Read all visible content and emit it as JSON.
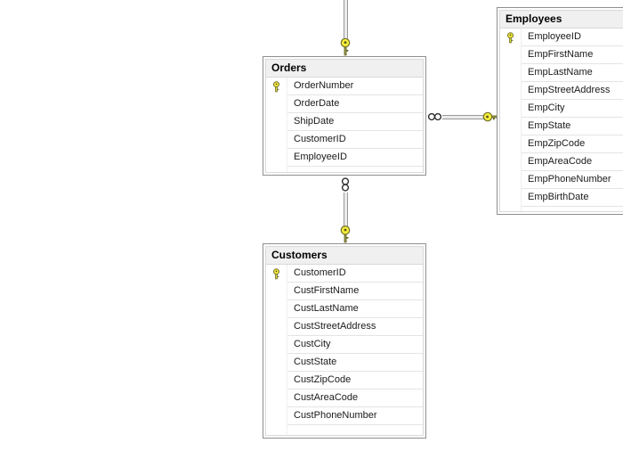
{
  "diagram": {
    "tables": {
      "orders": {
        "title": "Orders",
        "fields": [
          {
            "name": "OrderNumber",
            "is_primary_key": true
          },
          {
            "name": "OrderDate",
            "is_primary_key": false
          },
          {
            "name": "ShipDate",
            "is_primary_key": false
          },
          {
            "name": "CustomerID",
            "is_primary_key": false
          },
          {
            "name": "EmployeeID",
            "is_primary_key": false
          }
        ]
      },
      "employees": {
        "title": "Employees",
        "fields": [
          {
            "name": "EmployeeID",
            "is_primary_key": true
          },
          {
            "name": "EmpFirstName",
            "is_primary_key": false
          },
          {
            "name": "EmpLastName",
            "is_primary_key": false
          },
          {
            "name": "EmpStreetAddress",
            "is_primary_key": false
          },
          {
            "name": "EmpCity",
            "is_primary_key": false
          },
          {
            "name": "EmpState",
            "is_primary_key": false
          },
          {
            "name": "EmpZipCode",
            "is_primary_key": false
          },
          {
            "name": "EmpAreaCode",
            "is_primary_key": false
          },
          {
            "name": "EmpPhoneNumber",
            "is_primary_key": false
          },
          {
            "name": "EmpBirthDate",
            "is_primary_key": false
          }
        ]
      },
      "customers": {
        "title": "Customers",
        "fields": [
          {
            "name": "CustomerID",
            "is_primary_key": true
          },
          {
            "name": "CustFirstName",
            "is_primary_key": false
          },
          {
            "name": "CustLastName",
            "is_primary_key": false
          },
          {
            "name": "CustStreetAddress",
            "is_primary_key": false
          },
          {
            "name": "CustCity",
            "is_primary_key": false
          },
          {
            "name": "CustState",
            "is_primary_key": false
          },
          {
            "name": "CustZipCode",
            "is_primary_key": false
          },
          {
            "name": "CustAreaCode",
            "is_primary_key": false
          },
          {
            "name": "CustPhoneNumber",
            "is_primary_key": false
          }
        ]
      }
    },
    "relationships": [
      {
        "id": "offscreen-orders",
        "key_end": "Orders (top edge)",
        "many_end": "off-screen above"
      },
      {
        "id": "orders-employees",
        "key_end": "Employees (left edge)",
        "many_end": "Orders (right edge)"
      },
      {
        "id": "orders-customers",
        "key_end": "Customers (top edge)",
        "many_end": "Orders (bottom edge)"
      }
    ],
    "colors": {
      "background": "#ffffff",
      "table_border": "#8f8f8f",
      "table_inner_border": "#d9d9d9",
      "title_bar_bg": "#f0f0f0",
      "row_separator": "#e4e4e4",
      "connector_fill": "#ebebeb",
      "connector_edge": "#9a9a9a",
      "key_yellow": "#f5ec3d",
      "key_outline": "#72722a",
      "infinity_stroke": "#2e2e2e"
    }
  }
}
